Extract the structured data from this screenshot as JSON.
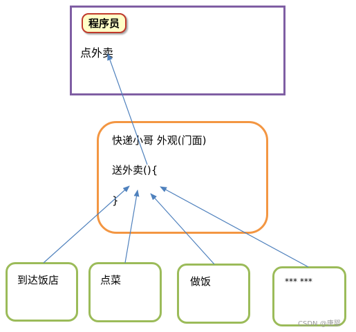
{
  "programmer": {
    "badge": "程序员",
    "action": "点外卖"
  },
  "facade": {
    "title": "快递小哥 外观(门面)",
    "method": "送外卖(){",
    "close": "}"
  },
  "subsystems": [
    {
      "label": "到达饭店"
    },
    {
      "label": "点菜"
    },
    {
      "label": "做饭"
    },
    {
      "label": "*** ***"
    }
  ],
  "watermark": "CSDN @唐婴",
  "colors": {
    "programmer_border": "#7f5ea3",
    "facade_border": "#f39642",
    "subsystem_border": "#9bbb59",
    "arrow": "#4f81bd"
  }
}
